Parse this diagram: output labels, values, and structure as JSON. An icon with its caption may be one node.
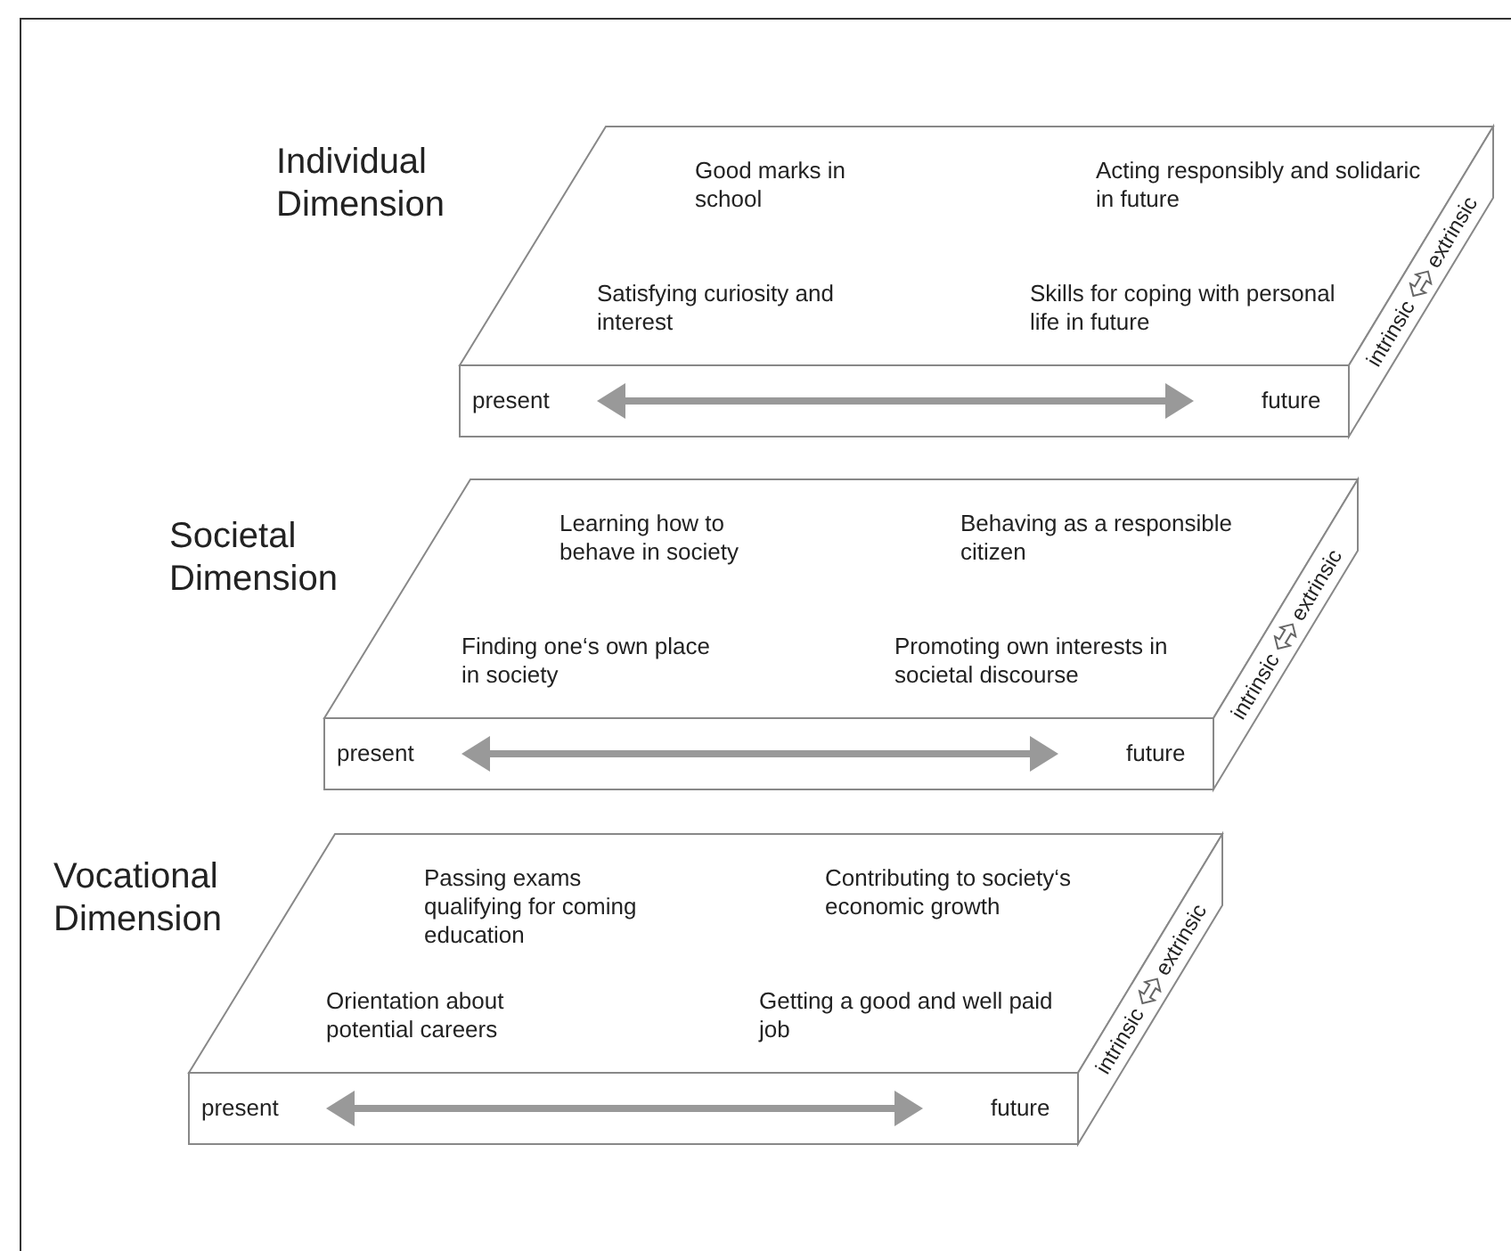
{
  "diagram": {
    "nodes": [
      {
        "text": [
          "Individual Dimension",
          "Good marks in school",
          "Acting responsibly and solidaric in future",
          "Satisfying curiosity and interest",
          "Skills for coping with personal life in future",
          "present",
          "future",
          "intrinsic",
          "extrinsic"
        ]
      },
      {
        "text": [
          "Societal Dimension",
          "Learning how to behave in society",
          "Behaving as a responsible citizen",
          "Finding one‘s own place in society",
          "Promoting own interests in societal discourse",
          "present",
          "future",
          "intrinsic",
          "extrinsic"
        ]
      },
      {
        "text": [
          "Vocational Dimension",
          "Passing exams qualifying for coming education",
          "Contributing to society‘s economic growth",
          "Orientation about potential careers",
          "Getting a good and well paid job",
          "present",
          "future",
          "intrinsic",
          "extrinsic"
        ]
      }
    ]
  }
}
